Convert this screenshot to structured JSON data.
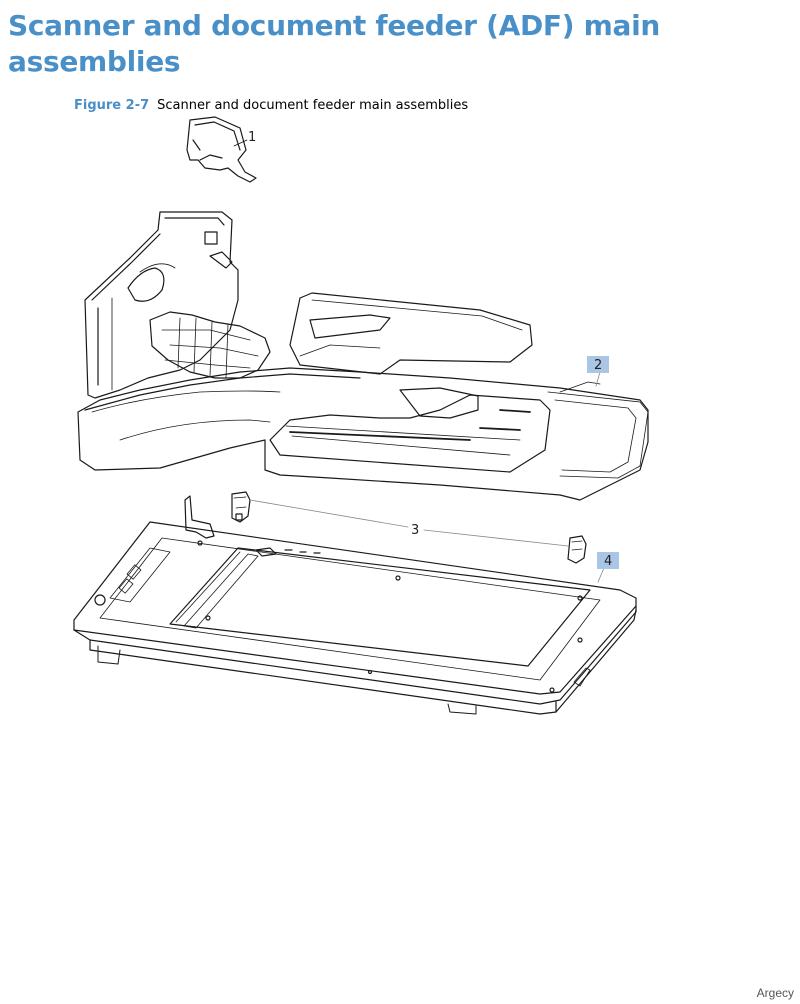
{
  "page": {
    "title": "Scanner and document feeder (ADF) main assemblies",
    "figure_number": "Figure 2-7",
    "figure_caption": "Scanner and document feeder main assemblies",
    "watermark": "Argecy"
  },
  "callouts": [
    "1",
    "2",
    "3",
    "4"
  ],
  "colors": {
    "heading": "#4a90c8",
    "highlight": "#a9c6e4",
    "line": "#1a1a1a"
  }
}
